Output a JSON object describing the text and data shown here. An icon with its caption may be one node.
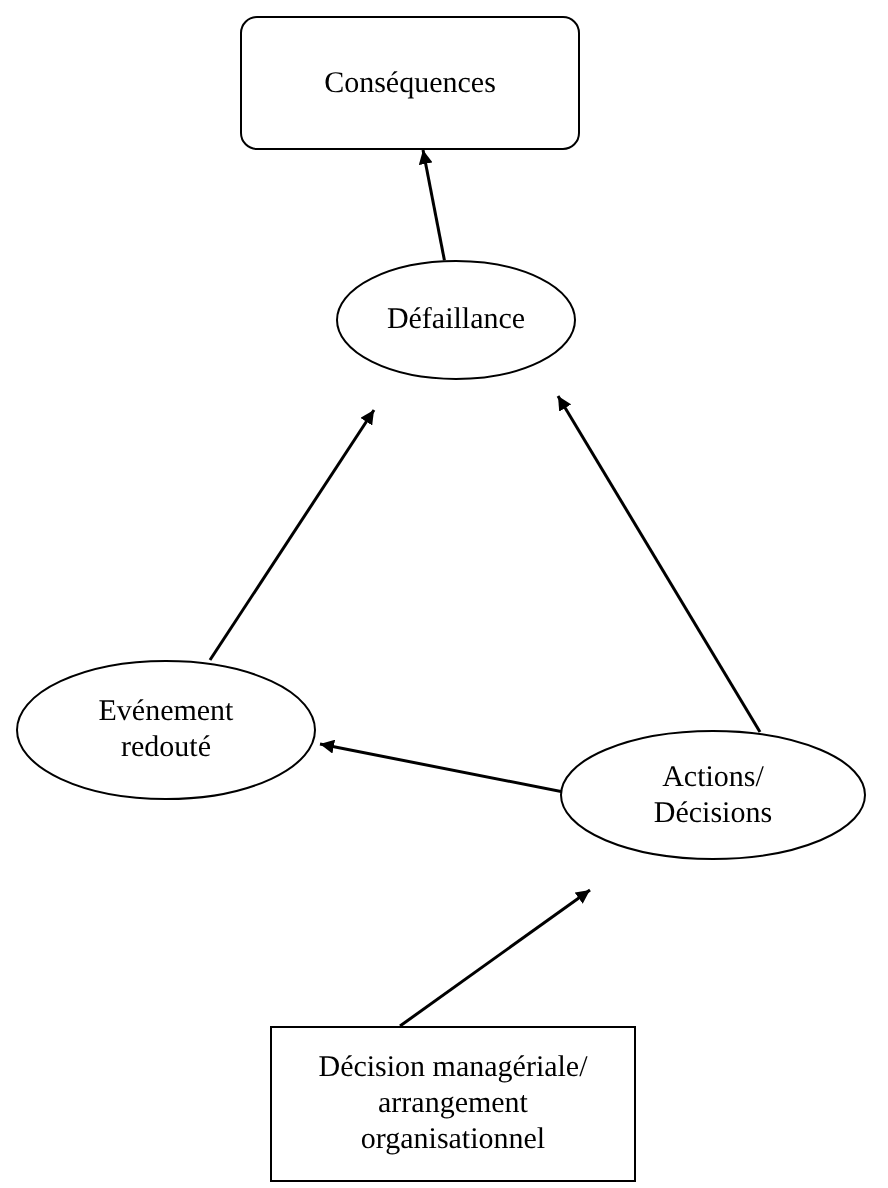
{
  "diagram": {
    "nodes": [
      {
        "text": [
          "Conséquences"
        ]
      },
      {
        "text": [
          "Défaillance"
        ]
      },
      {
        "text": [
          "Evénement redouté"
        ]
      },
      {
        "text": [
          "Actions/ Décisions"
        ]
      },
      {
        "text": [
          "Décision managériale/ arrangement organisationnel"
        ]
      }
    ],
    "edges": [
      {
        "from": 1,
        "to": 0,
        "arrow": "to"
      },
      {
        "from": 2,
        "to": 1,
        "arrow": "to"
      },
      {
        "from": 3,
        "to": 1,
        "arrow": "to"
      },
      {
        "from": 3,
        "to": 2,
        "arrow": "to"
      },
      {
        "from": 4,
        "to": 3,
        "arrow": "to"
      }
    ]
  }
}
